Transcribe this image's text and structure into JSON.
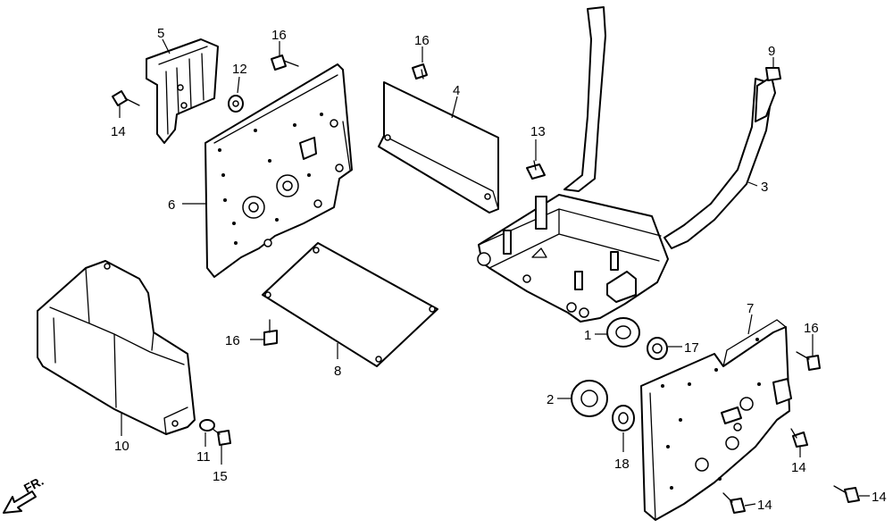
{
  "diagram": {
    "callouts": [
      {
        "id": "c5",
        "label": "5"
      },
      {
        "id": "c16a",
        "label": "16"
      },
      {
        "id": "c12",
        "label": "12"
      },
      {
        "id": "c14a",
        "label": "14"
      },
      {
        "id": "c6",
        "label": "6"
      },
      {
        "id": "c16b",
        "label": "16"
      },
      {
        "id": "c4",
        "label": "4"
      },
      {
        "id": "c13",
        "label": "13"
      },
      {
        "id": "c9",
        "label": "9"
      },
      {
        "id": "c3",
        "label": "3"
      },
      {
        "id": "c1",
        "label": "1"
      },
      {
        "id": "c17",
        "label": "17"
      },
      {
        "id": "c7",
        "label": "7"
      },
      {
        "id": "c16c",
        "label": "16"
      },
      {
        "id": "c16d",
        "label": "16"
      },
      {
        "id": "c8",
        "label": "8"
      },
      {
        "id": "c2",
        "label": "2"
      },
      {
        "id": "c10",
        "label": "10"
      },
      {
        "id": "c11",
        "label": "11"
      },
      {
        "id": "c15",
        "label": "15"
      },
      {
        "id": "c18",
        "label": "18"
      },
      {
        "id": "c14b",
        "label": "14"
      },
      {
        "id": "c14c",
        "label": "14"
      },
      {
        "id": "c14d",
        "label": "14"
      }
    ],
    "direction_marker": {
      "label": "FR."
    }
  }
}
